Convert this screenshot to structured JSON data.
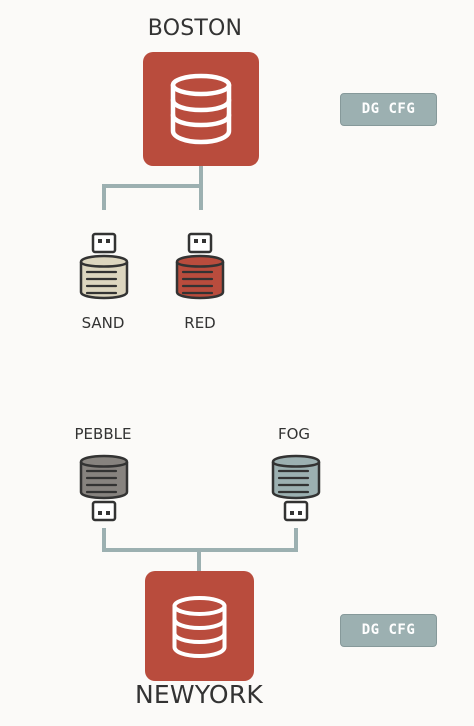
{
  "sites": [
    {
      "name": "BOSTON",
      "badge": "DG CFG",
      "devices": [
        {
          "label": "SAND",
          "color": "#ddd6bf"
        },
        {
          "label": "RED",
          "color": "#b94c3d"
        }
      ]
    },
    {
      "name": "NEWYORK",
      "badge": "DG CFG",
      "devices": [
        {
          "label": "PEBBLE",
          "color": "#87837f"
        },
        {
          "label": "FOG",
          "color": "#9cb0b1"
        }
      ]
    }
  ],
  "colors": {
    "db_box": "#b94c3d",
    "connector": "#9cb0b1",
    "badge_bg": "#9cb0b1",
    "outline": "#333333"
  },
  "icons": {
    "database": "database-icon",
    "usb_storage": "usb-storage-icon"
  }
}
